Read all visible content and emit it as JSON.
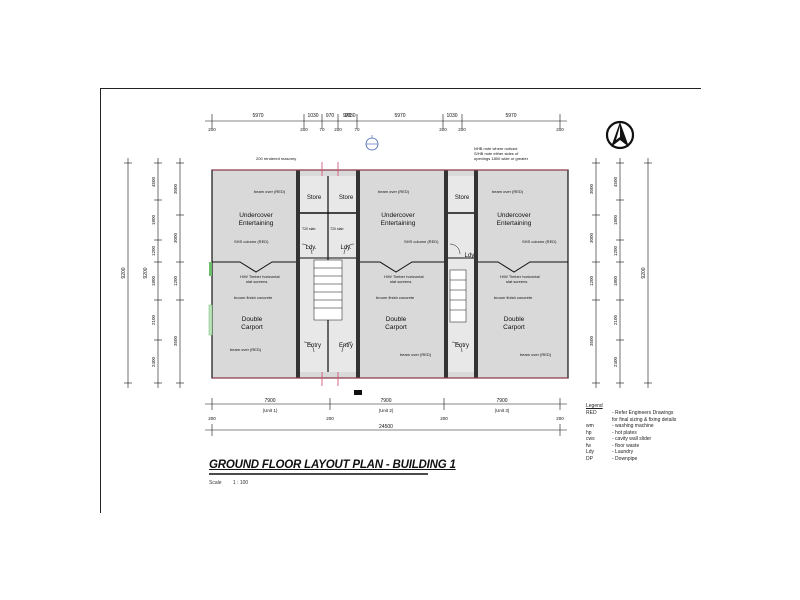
{
  "plan": {
    "title": "GROUND FLOOR LAYOUT PLAN - BUILDING 1",
    "scale_label": "Scale",
    "scale_value": "1 : 100"
  },
  "top_dims": [
    "5970",
    "1030",
    "970",
    "970",
    "1030",
    "5970",
    "1030",
    "5970"
  ],
  "top_small": [
    "200",
    "200",
    "70",
    "200",
    "70",
    "200",
    "200",
    "200"
  ],
  "bottom_dims": [
    "7900",
    "7900",
    "7900"
  ],
  "units": [
    "(Unit 1)",
    "(Unit 2)",
    "(Unit 3)"
  ],
  "bottom_small": [
    "200",
    "200",
    "200",
    "200"
  ],
  "overall": "24500",
  "notes": {
    "rendered_masonry": "200 rendered masonry",
    "note_top_right": "NHB note where noticed",
    "note_top_right_2": "S/HB note either sides of",
    "note_top_right_3": "openings 1800 wide or greater",
    "beam_over": "beam over (RED)",
    "shs_column": "SHS column (RED)",
    "timber_horizontal": "H/W Timber horizontal",
    "slat_screens": "slat screens",
    "broom_finish": "broom finish concrete",
    "beam_over_red": "beam over (RED)",
    "t20_slab": "T20 slab"
  },
  "rooms": {
    "store1": "Store",
    "store2": "Store",
    "store3": "Store",
    "ldy1": "Ldy.",
    "ldy2": "Ldy.",
    "ldy3": "Ldy.",
    "entry1": "Entry",
    "entry2": "Entry",
    "entry3": "Entry",
    "undercover1a": "Undercover",
    "undercover1b": "Entertaining",
    "undercover2a": "Undercover",
    "undercover2b": "Entertaining",
    "undercover3a": "Undercover",
    "undercover3b": "Entertaining",
    "carport1a": "Double",
    "carport1b": "Carport",
    "carport2a": "Double",
    "carport2b": "Carport",
    "carport3a": "Double",
    "carport3b": "Carport"
  },
  "legend": {
    "heading": "Legend",
    "items": [
      {
        "key": "RED",
        "value": "- Refer Engineers Drawings"
      },
      {
        "key": "",
        "value": "for final sizing & fixing details"
      },
      {
        "key": "wm",
        "value": "- washing machine"
      },
      {
        "key": "hp",
        "value": "- hot plates"
      },
      {
        "key": "cws",
        "value": "- cavity wall slider"
      },
      {
        "key": "fw",
        "value": "- floor waste"
      },
      {
        "key": "Ldy",
        "value": "- Laundry"
      },
      {
        "key": "DP",
        "value": "- Downpipe"
      }
    ]
  },
  "side_dims_left": [
    "4500",
    "1800",
    "1200",
    "1800",
    "2100",
    "2400"
  ],
  "side_dims_left_total": "9200",
  "side_dims_right": [
    "3000",
    "3000",
    "1200",
    "1200",
    "3500"
  ],
  "side_dims_right_total": "9200",
  "north_label": "N"
}
